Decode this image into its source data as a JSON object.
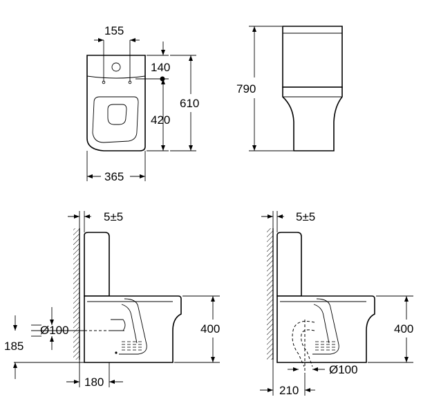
{
  "top_view": {
    "dim_width_top": "155",
    "dim_depth_tank": "140",
    "dim_depth_bowl": "420",
    "dim_total_depth": "610",
    "dim_width_bottom": "365"
  },
  "front_view": {
    "dim_height": "790"
  },
  "side_view_left": {
    "dim_gap": "5±5",
    "dim_outlet_diameter": "Ø100",
    "dim_outlet_height": "185",
    "dim_outlet_distance": "180",
    "dim_pan_height": "400"
  },
  "side_view_right": {
    "dim_gap": "5±5",
    "dim_outlet_diameter": "Ø100",
    "dim_outlet_distance": "210",
    "dim_pan_height": "400"
  }
}
